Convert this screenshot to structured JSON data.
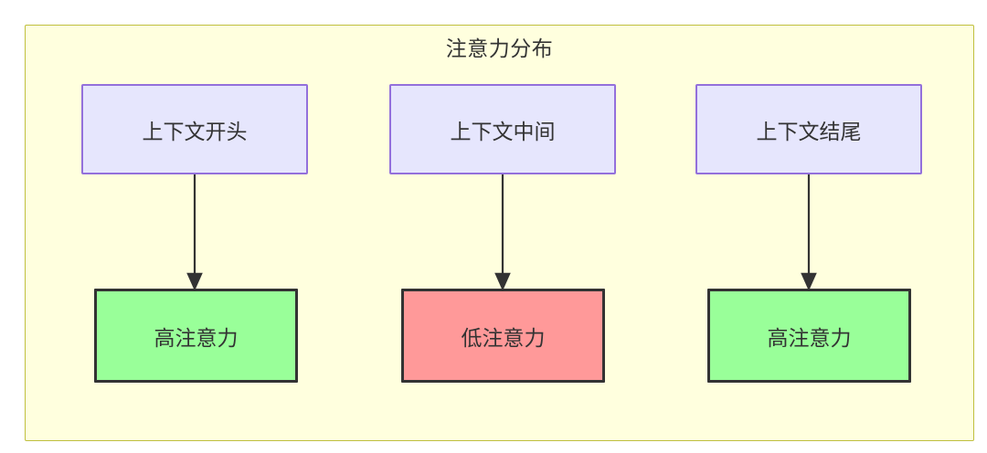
{
  "diagram": {
    "type": "flowchart",
    "title": "注意力分布",
    "container": {
      "label": "注意力分布",
      "fill_color": "#ffffde",
      "border_color": "#bfbf3f"
    },
    "colors": {
      "context_fill": "#e6e6fd",
      "context_border": "#9370db",
      "high_attention_fill": "#99ff99",
      "low_attention_fill": "#ff9999",
      "node_border": "#333333",
      "edge_color": "#333333",
      "text_color": "#333333"
    },
    "columns": [
      {
        "source": {
          "label": "上下文开头",
          "style": "context"
        },
        "target": {
          "label": "高注意力",
          "style": "high"
        }
      },
      {
        "source": {
          "label": "上下文中间",
          "style": "context"
        },
        "target": {
          "label": "低注意力",
          "style": "low"
        }
      },
      {
        "source": {
          "label": "上下文结尾",
          "style": "context"
        },
        "target": {
          "label": "高注意力",
          "style": "high"
        }
      }
    ],
    "edges": [
      {
        "from": "上下文开头",
        "to": "高注意力",
        "arrow": "down"
      },
      {
        "from": "上下文中间",
        "to": "低注意力",
        "arrow": "down"
      },
      {
        "from": "上下文结尾",
        "to": "高注意力",
        "arrow": "down"
      }
    ]
  }
}
